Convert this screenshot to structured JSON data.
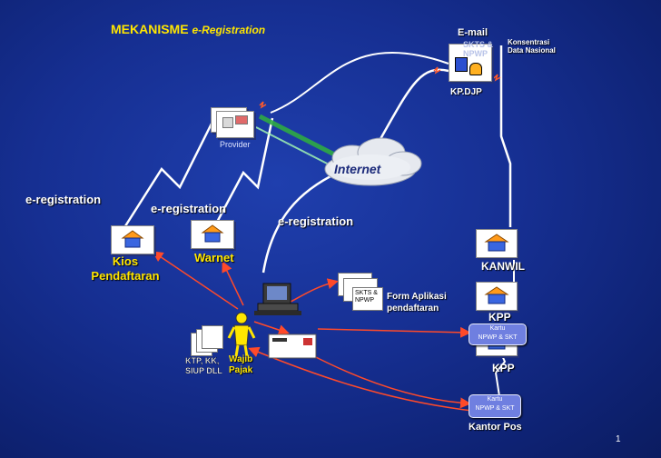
{
  "title": {
    "main": "MEKANISME",
    "sub": "e-Registration"
  },
  "labels": {
    "email": "E-mail",
    "konsentrasi_line1": "Konsentrasi",
    "konsentrasi_line2": "Data Nasional",
    "kpdjp": "KP.DJP",
    "skts_ghost_line1": "SKTS &",
    "skts_ghost_line2": "NPWP",
    "provider": "Provider",
    "internet": "Internet",
    "ereg_left": "e-registration",
    "ereg_mid": "e-registration",
    "ereg_right": "e-registration",
    "kios_line1": "Kios",
    "kios_line2": "Pendaftaran",
    "warnet": "Warnet",
    "kanwil": "KANWIL",
    "kpp_top": "KPP",
    "kpp_bottom": "KPP",
    "form_line1": "Form Aplikasi",
    "form_line2": "pendaftaran",
    "skts_line1": "SKTS &",
    "skts_line2": "NPWP",
    "ktp_line1": "KTP, KK,",
    "ktp_line2": "SIUP DLL",
    "wajib_line1": "Wajib",
    "wajib_line2": "Pajak",
    "kartu_label_1": "Kartu",
    "kartu_label_2": "NPWP & SKT",
    "kartu2_label_1": "Kartu",
    "kartu2_label_2": "NPWP & SKT",
    "kantor_pos": "Kantor Pos",
    "page_number": "1"
  },
  "colors": {
    "background": "#162f92",
    "accent_yellow": "#ffe600",
    "arrow_red": "#ff4a2a",
    "line_white": "#ffffff"
  }
}
